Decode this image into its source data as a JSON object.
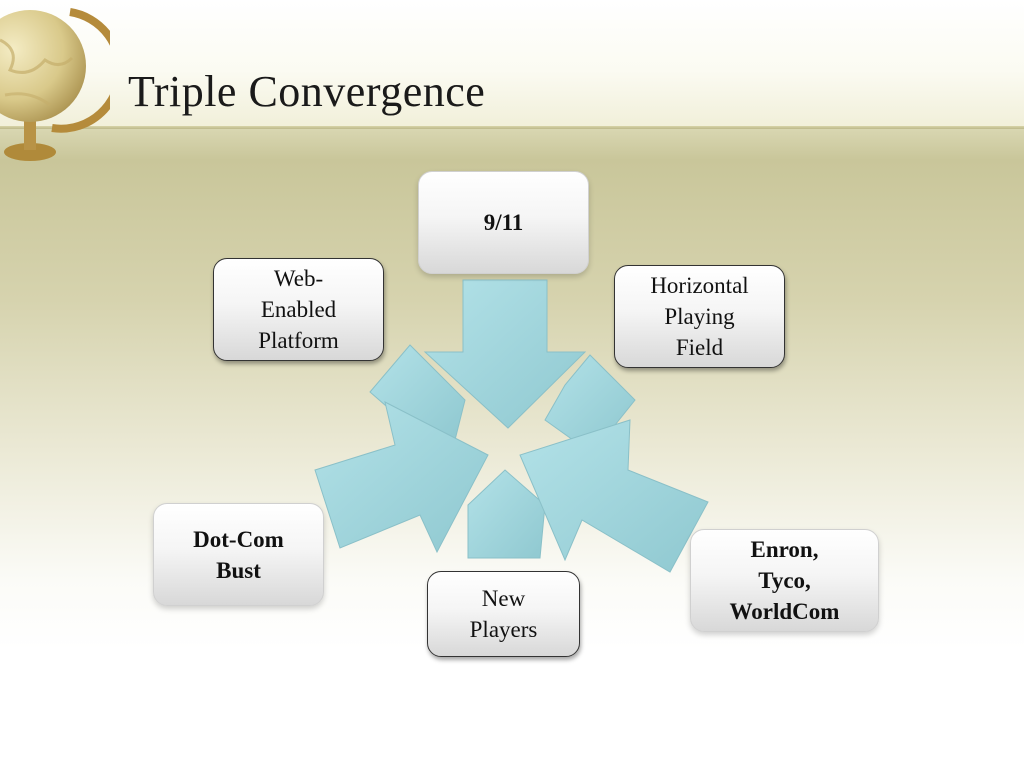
{
  "slide": {
    "title": "Triple Convergence"
  },
  "nodes": {
    "top": "9/11",
    "upper_left": "Web-\nEnabled\nPlatform",
    "upper_right": "Horizontal\nPlaying\nField",
    "lower_left": "Dot-Com\nBust",
    "bottom": "New\nPlayers",
    "lower_right": "Enron,\nTyco,\nWorldCom"
  },
  "colors": {
    "arrow_fill": "#a8dce2",
    "arrow_stroke": "#8fc4cc",
    "title_color": "#1a1a1a",
    "background_band": "#c9c69a"
  },
  "icons": {
    "corner_art": "globe-icon"
  }
}
